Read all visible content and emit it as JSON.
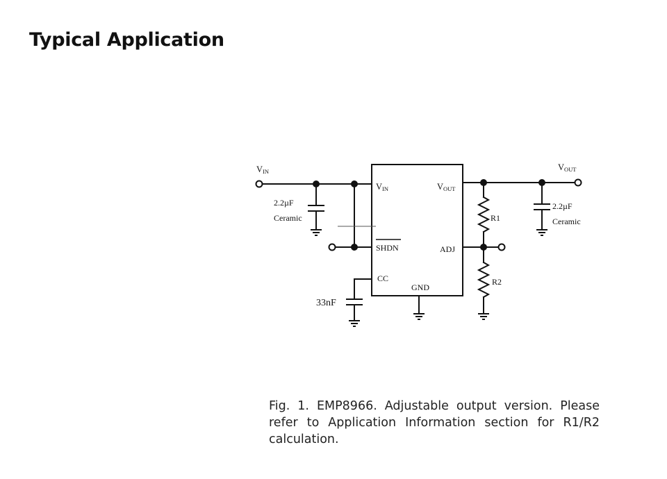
{
  "section_title": "Typical Application",
  "caption": "Fig. 1. EMP8966. Adjustable output version. Please refer to Application Information section for R1/R2 calculation.",
  "schematic": {
    "vin_terminal": {
      "main": "V",
      "sub": "IN"
    },
    "vout_terminal": {
      "main": "V",
      "sub": "OUT"
    },
    "cin_value": "2.2µF",
    "cin_type": "Ceramic",
    "cout_value": "2.2µF",
    "cout_type": "Ceramic",
    "cc_value": "33nF",
    "r1": "R1",
    "r2": "R2",
    "pins": {
      "vin": {
        "main": "V",
        "sub": "IN"
      },
      "vout": {
        "main": "V",
        "sub": "OUT"
      },
      "shdn": "SHDN",
      "adj": "ADJ",
      "cc": "CC",
      "gnd": "GND"
    }
  }
}
